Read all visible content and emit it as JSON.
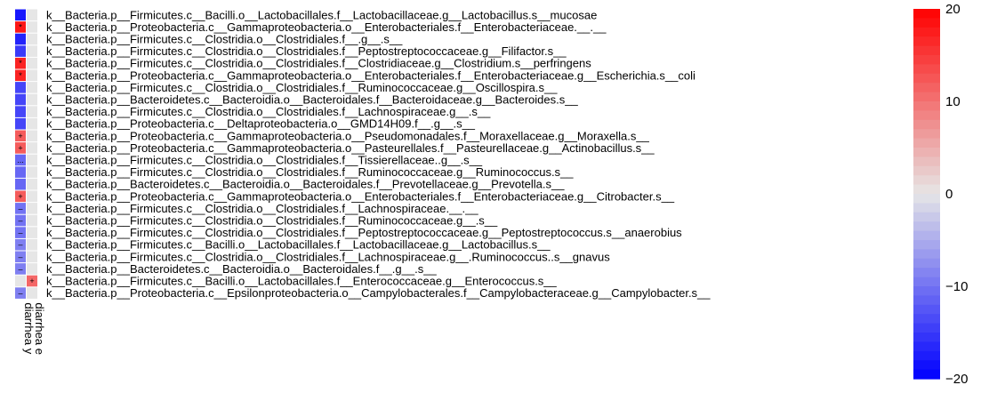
{
  "chart_data": {
    "type": "heatmap",
    "columns": [
      "diarrhea y",
      "diarrhea e"
    ],
    "rows": [
      "k__Bacteria.p__Firmicutes.c__Bacilli.o__Lactobacillales.f__Lactobacillaceae.g__Lactobacillus.s__mucosae",
      "k__Bacteria.p__Proteobacteria.c__Gammaproteobacteria.o__Enterobacteriales.f__Enterobacteriaceae.__.__",
      "k__Bacteria.p__Firmicutes.c__Clostridia.o__Clostridiales.f__.g__.s__",
      "k__Bacteria.p__Firmicutes.c__Clostridia.o__Clostridiales.f__Peptostreptococcaceae.g__Filifactor.s__",
      "k__Bacteria.p__Firmicutes.c__Clostridia.o__Clostridiales.f__Clostridiaceae.g__Clostridium.s__perfringens",
      "k__Bacteria.p__Proteobacteria.c__Gammaproteobacteria.o__Enterobacteriales.f__Enterobacteriaceae.g__Escherichia.s__coli",
      "k__Bacteria.p__Firmicutes.c__Clostridia.o__Clostridiales.f__Ruminococcaceae.g__Oscillospira.s__",
      "k__Bacteria.p__Bacteroidetes.c__Bacteroidia.o__Bacteroidales.f__Bacteroidaceae.g__Bacteroides.s__",
      "k__Bacteria.p__Firmicutes.c__Clostridia.o__Clostridiales.f__Lachnospiraceae.g__.s__",
      "k__Bacteria.p__Proteobacteria.c__Deltaproteobacteria.o__GMD14H09.f__.g__.s__",
      "k__Bacteria.p__Proteobacteria.c__Gammaproteobacteria.o__Pseudomonadales.f__Moraxellaceae.g__Moraxella.s__",
      "k__Bacteria.p__Proteobacteria.c__Gammaproteobacteria.o__Pasteurellales.f__Pasteurellaceae.g__Actinobacillus.s__",
      "k__Bacteria.p__Firmicutes.c__Clostridia.o__Clostridiales.f__Tissierellaceae..g__.s__",
      "k__Bacteria.p__Firmicutes.c__Clostridia.o__Clostridiales.f__Ruminococcaceae.g__Ruminococcus.s__",
      "k__Bacteria.p__Bacteroidetes.c__Bacteroidia.o__Bacteroidales.f__Prevotellaceae.g__Prevotella.s__",
      "k__Bacteria.p__Proteobacteria.c__Gammaproteobacteria.o__Enterobacteriales.f__Enterobacteriaceae.g__Citrobacter.s__",
      "k__Bacteria.p__Firmicutes.c__Clostridia.o__Clostridiales.f__Lachnospiraceae.__.__",
      "k__Bacteria.p__Firmicutes.c__Clostridia.o__Clostridiales.f__Ruminococcaceae.g__.s__",
      "k__Bacteria.p__Firmicutes.c__Clostridia.o__Clostridiales.f__Peptostreptococcaceae.g__Peptostreptococcus.s__anaerobius",
      "k__Bacteria.p__Firmicutes.c__Bacilli.o__Lactobacillales.f__Lactobacillaceae.g__Lactobacillus.s__",
      "k__Bacteria.p__Firmicutes.c__Clostridia.o__Clostridiales.f__Lachnospiraceae.g__.Ruminococcus..s__gnavus",
      "k__Bacteria.p__Bacteroidetes.c__Bacteroidia.o__Bacteroidales.f__.g__.s__",
      "k__Bacteria.p__Firmicutes.c__Bacilli.o__Lactobacillales.f__Enterococcaceae.g__Enterococcus.s__",
      "k__Bacteria.p__Proteobacteria.c__Epsilonproteobacteria.o__Campylobacterales.f__Campylobacteraceae.g__Campylobacter.s__"
    ],
    "values": [
      [
        -18,
        0
      ],
      [
        18,
        0
      ],
      [
        -17,
        0
      ],
      [
        -15,
        0
      ],
      [
        17,
        0
      ],
      [
        17,
        0
      ],
      [
        -14,
        0
      ],
      [
        -14,
        0
      ],
      [
        -14,
        0
      ],
      [
        -14,
        0
      ],
      [
        12,
        0
      ],
      [
        12,
        0
      ],
      [
        -11,
        0
      ],
      [
        -11,
        0
      ],
      [
        -11,
        0
      ],
      [
        12,
        0
      ],
      [
        -10,
        0
      ],
      [
        -10,
        0
      ],
      [
        -10,
        0
      ],
      [
        -9,
        0
      ],
      [
        -9,
        0
      ],
      [
        -9,
        0
      ],
      [
        0,
        11
      ],
      [
        -9,
        0
      ]
    ],
    "cell_labels": [
      [
        "",
        ""
      ],
      [
        "*",
        ""
      ],
      [
        "",
        ""
      ],
      [
        "",
        ""
      ],
      [
        "*",
        ""
      ],
      [
        "*",
        ""
      ],
      [
        "",
        ""
      ],
      [
        "",
        ""
      ],
      [
        "",
        ""
      ],
      [
        "",
        ""
      ],
      [
        "+",
        ""
      ],
      [
        "+",
        ""
      ],
      [
        "...",
        ""
      ],
      [
        "",
        ""
      ],
      [
        "",
        ""
      ],
      [
        "+",
        ""
      ],
      [
        "–",
        ""
      ],
      [
        "–",
        ""
      ],
      [
        "–",
        ""
      ],
      [
        "–",
        ""
      ],
      [
        "–",
        ""
      ],
      [
        "–",
        ""
      ],
      [
        "",
        "+"
      ],
      [
        "–",
        ""
      ]
    ],
    "colorbar": {
      "min": -20,
      "max": 20,
      "ticks": [
        20,
        10,
        0,
        -10,
        -20
      ],
      "tick_labels": [
        "20",
        "10",
        "0",
        "−10",
        "−20"
      ]
    },
    "colors": {
      "low": "#0000ff",
      "mid": "#e6e6e6",
      "high": "#ff0000"
    }
  }
}
